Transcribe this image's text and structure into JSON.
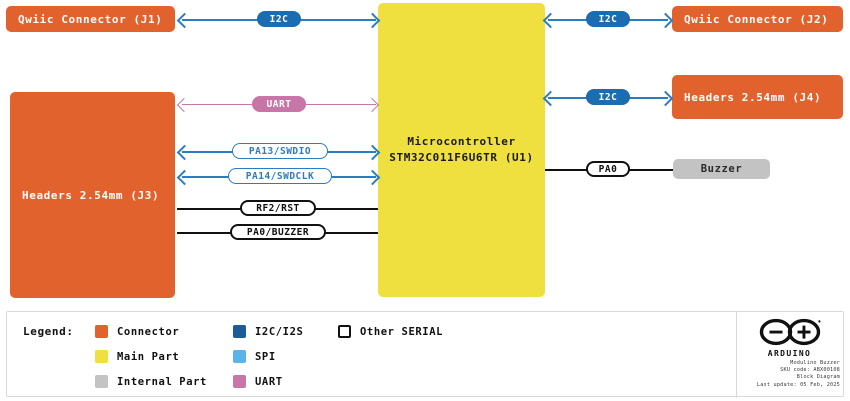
{
  "diagram": {
    "blocks": [
      {
        "id": "j1",
        "label": "Qwiic Connector (J1)",
        "kind": "connector"
      },
      {
        "id": "j3",
        "label": "Headers 2.54mm (J3)",
        "kind": "connector"
      },
      {
        "id": "mcu_l1",
        "label": "Microcontroller",
        "kind": "main-part"
      },
      {
        "id": "mcu_l2",
        "label": "STM32C011F6U6TR (U1)",
        "kind": "main-part"
      },
      {
        "id": "j2",
        "label": "Qwiic Connector (J2)",
        "kind": "connector"
      },
      {
        "id": "j4",
        "label": "Headers 2.54mm (J4)",
        "kind": "connector"
      },
      {
        "id": "buzzer",
        "label": "Buzzer",
        "kind": "internal-part"
      }
    ],
    "signals": [
      {
        "id": "i2c_j1",
        "label": "I2C",
        "bus": "i2c",
        "from": "j1",
        "to": "mcu"
      },
      {
        "id": "i2c_j2",
        "label": "I2C",
        "bus": "i2c",
        "from": "mcu",
        "to": "j2"
      },
      {
        "id": "i2c_j4",
        "label": "I2C",
        "bus": "i2c",
        "from": "mcu",
        "to": "j4"
      },
      {
        "id": "uart_j3",
        "label": "UART",
        "bus": "uart",
        "from": "j3",
        "to": "mcu"
      },
      {
        "id": "pa13_swdio",
        "label": "PA13/SWDIO",
        "bus": "other",
        "from": "j3",
        "to": "mcu"
      },
      {
        "id": "pa14_swdclk",
        "label": "PA14/SWDCLK",
        "bus": "other",
        "from": "j3",
        "to": "mcu"
      },
      {
        "id": "rf2_rst",
        "label": "RF2/RST",
        "bus": "other",
        "from": "j3",
        "to": "mcu"
      },
      {
        "id": "pa0_buzzer",
        "label": "PA0/BUZZER",
        "bus": "other",
        "from": "j3",
        "to": "mcu"
      },
      {
        "id": "pa0",
        "label": "PA0",
        "bus": "other",
        "from": "mcu",
        "to": "buzzer"
      }
    ]
  },
  "legend": {
    "title": "Legend:",
    "items": [
      {
        "label": "Connector",
        "color": "#e2622e",
        "style": "filled"
      },
      {
        "label": "Main Part",
        "color": "#efe040",
        "style": "filled"
      },
      {
        "label": "Internal Part",
        "color": "#c3c3c3",
        "style": "filled"
      },
      {
        "label": "I2C/I2S",
        "color": "#1b5d99",
        "style": "filled"
      },
      {
        "label": "SPI",
        "color": "#5bb3e8",
        "style": "filled"
      },
      {
        "label": "UART",
        "color": "#c875a8",
        "style": "filled"
      },
      {
        "label": "Other SERIAL",
        "color": "#ffffff",
        "style": "outline"
      }
    ]
  },
  "brand": {
    "wordmark": "ARDUINO",
    "product": "Modulino Buzzer",
    "sku": "SKU code: ABX00108",
    "doc_type": "Block Diagram",
    "last_update": "Last update: 05 Feb, 2025"
  },
  "colors": {
    "connector": "#e2622e",
    "main_part": "#efe040",
    "internal_part": "#c3c3c3",
    "i2c": "#1b6cb0",
    "uart": "#c875a8",
    "spi": "#5bb3e8",
    "wire_blue": "#2b7cc0",
    "wire_black": "#111111"
  }
}
